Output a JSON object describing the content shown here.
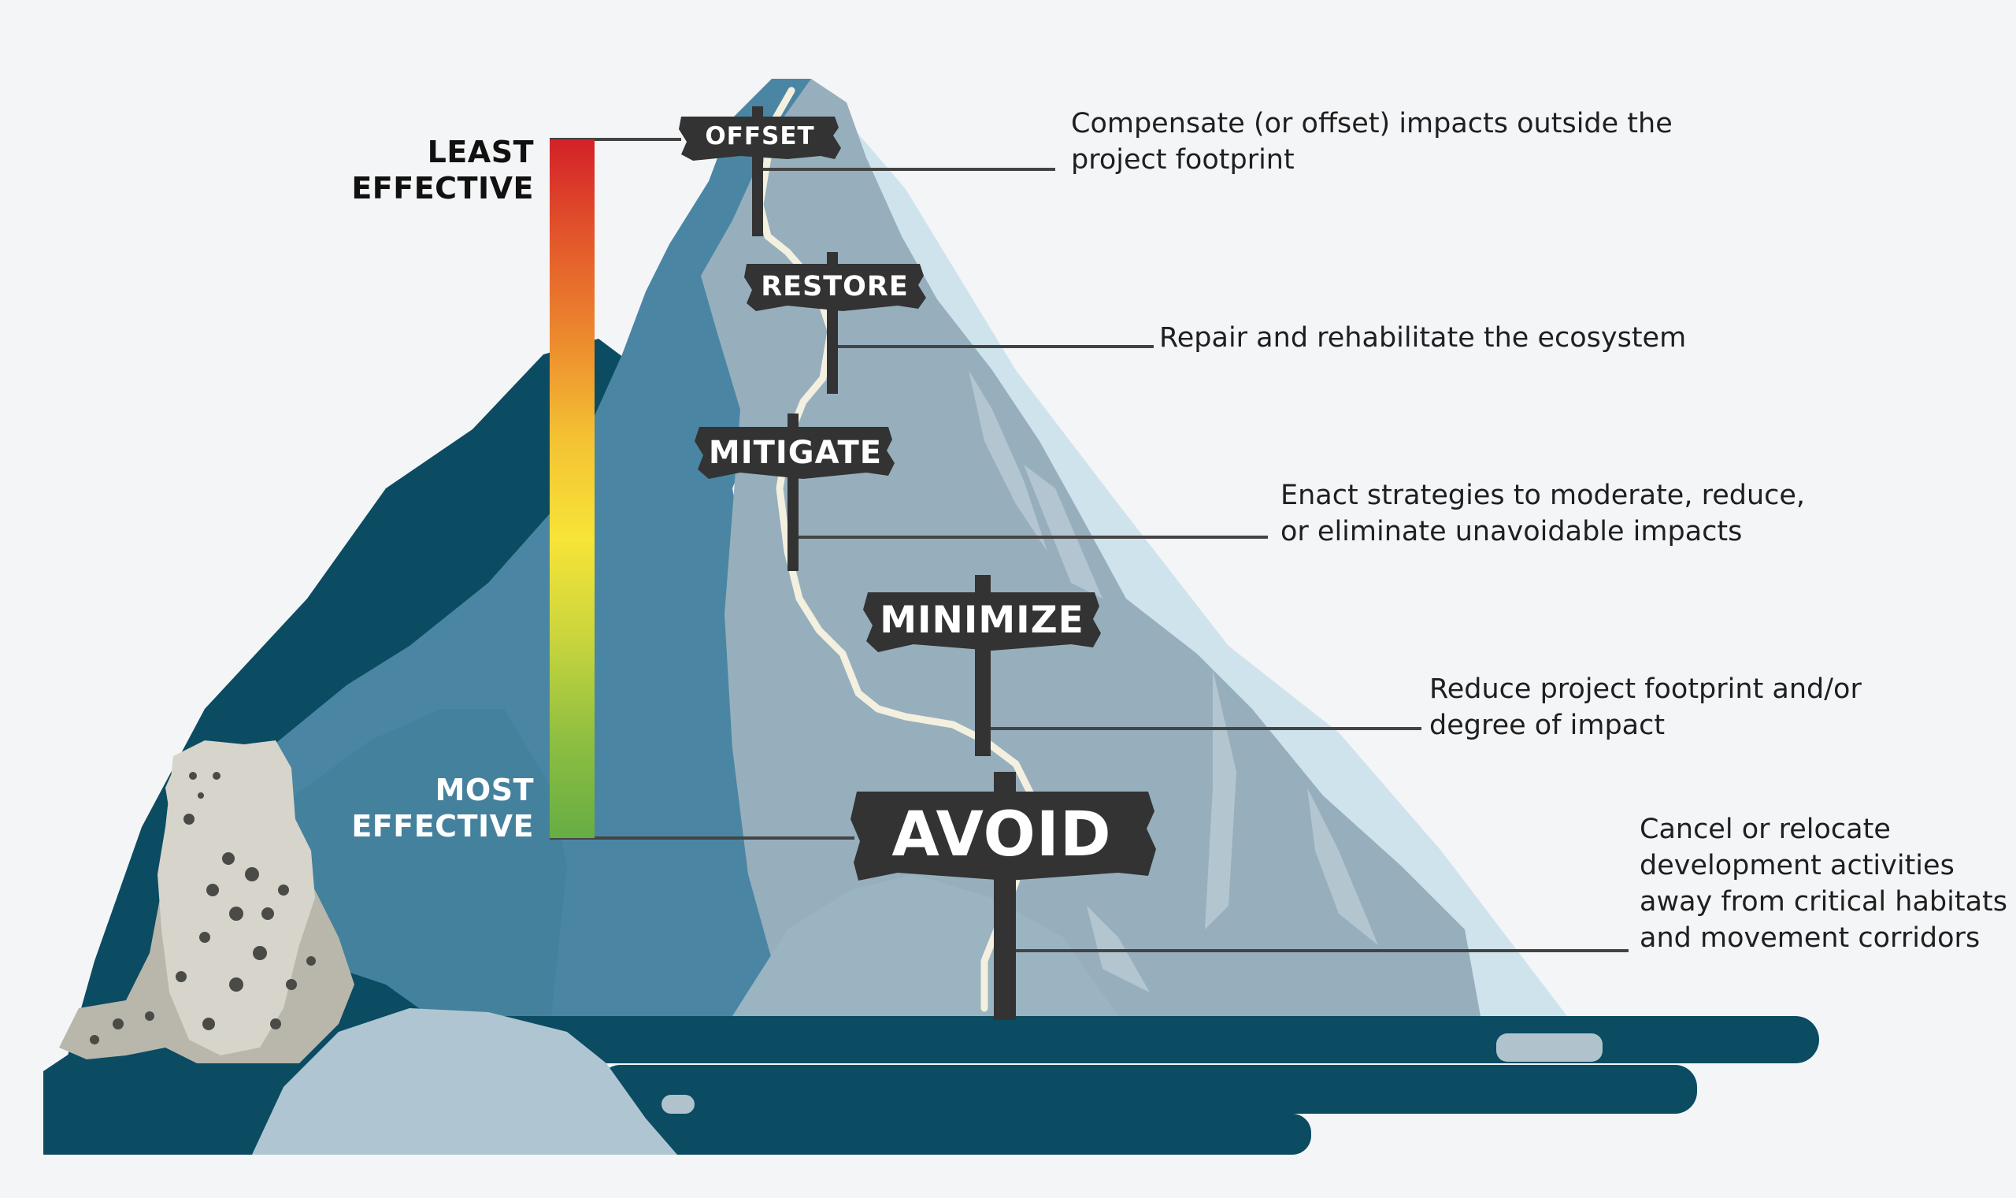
{
  "scale": {
    "top_label": [
      "LEAST",
      "EFFECTIVE"
    ],
    "bottom_label": [
      "MOST",
      "EFFECTIVE"
    ],
    "gradient_colors": [
      "#d32129",
      "#e3572b",
      "#ec8a2e",
      "#f4c233",
      "#f7e437",
      "#c9d53d",
      "#8fbf41",
      "#66ad44"
    ]
  },
  "steps": [
    {
      "sign": "OFFSET",
      "description": "Compensate (or offset) impacts outside the\nproject footprint"
    },
    {
      "sign": "RESTORE",
      "description": "Repair and rehabilitate the ecosystem"
    },
    {
      "sign": "MITIGATE",
      "description": "Enact strategies to moderate, reduce,\nor eliminate unavoidable impacts"
    },
    {
      "sign": "MINIMIZE",
      "description": "Reduce project footprint and/or\ndegree of impact"
    },
    {
      "sign": "AVOID",
      "description": "Cancel or relocate\ndevelopment activities\naway from critical habitats\nand movement corridors"
    }
  ],
  "colors": {
    "background": "#f4f5f7",
    "mountain_dark": "#0b4c62",
    "mountain_mid": "#4a86a3",
    "mountain_light": "#97afbd",
    "mountain_pale": "#cfe3ed",
    "sign": "#333333",
    "river": "#f3f0e0"
  },
  "icons": [
    "snow-leopard-icon"
  ]
}
